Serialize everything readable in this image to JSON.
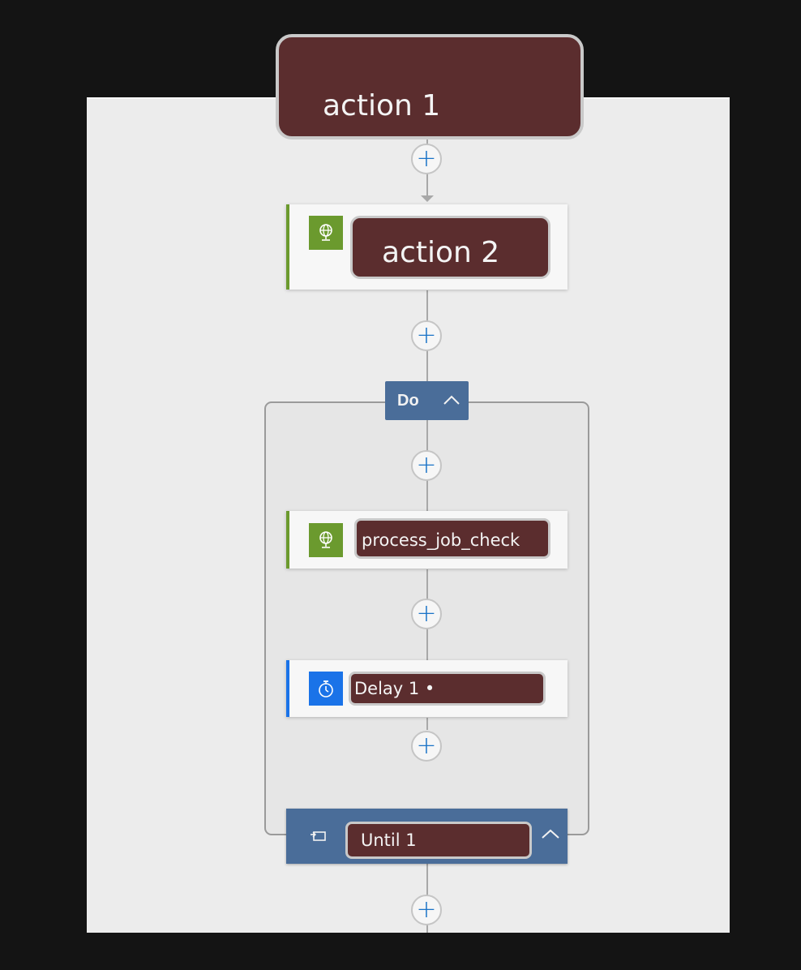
{
  "flow": {
    "action1": {
      "title": "action 1"
    },
    "action2": {
      "title": "action 2",
      "icon": "globe-icon",
      "accent": "#6b9a2e"
    },
    "do_scope": {
      "label": "Do",
      "toggle_icon": "chevron-up-icon"
    },
    "process_job_check": {
      "title": "process_job_check",
      "icon": "globe-icon",
      "accent": "#6b9a2e"
    },
    "delay": {
      "title": "Delay 1 •",
      "icon": "timer-icon",
      "accent": "#1a73e8"
    },
    "until": {
      "title": "Until 1",
      "icon": "loop-icon",
      "toggle_icon": "chevron-up-icon"
    },
    "insert_step_symbol": "+"
  },
  "colors": {
    "page_background": "#141414",
    "canvas": "#ececec",
    "header_blue": "#4a6d99",
    "plus_blue": "#1a73c7",
    "redaction": "#5b2d2e"
  }
}
